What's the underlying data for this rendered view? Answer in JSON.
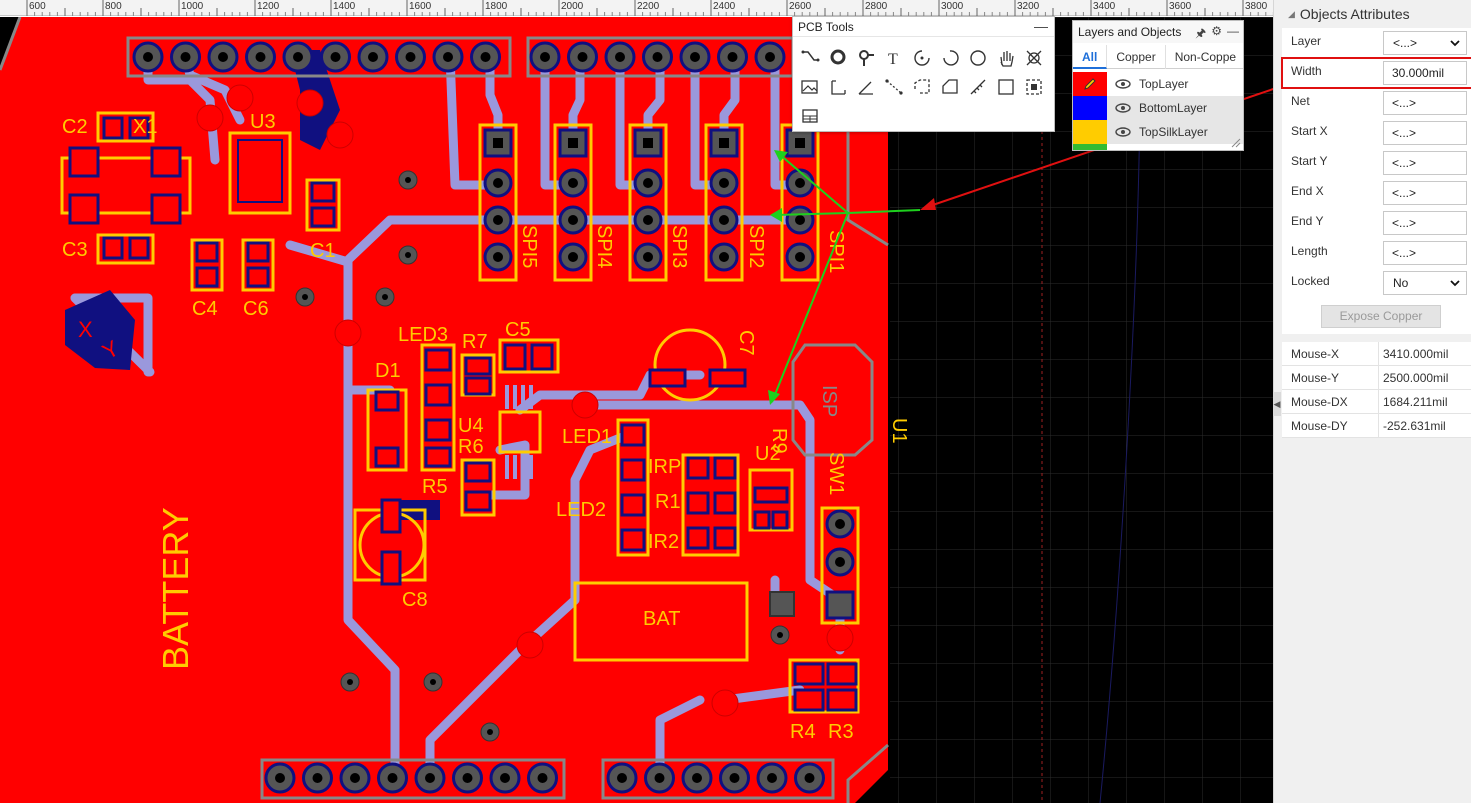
{
  "ruler": {
    "labels": [
      "600",
      "800",
      "1000",
      "1200",
      "1400",
      "1600",
      "1800",
      "2000",
      "2200",
      "2400",
      "2600",
      "2800",
      "3000",
      "3200",
      "3400",
      "3600",
      "3800"
    ]
  },
  "pcb": {
    "silk_labels": [
      "C2",
      "X1",
      "U3",
      "C3",
      "C1",
      "C4",
      "C6",
      "LED3",
      "R7",
      "C5",
      "D1",
      "U4",
      "R6",
      "R5",
      "LED1",
      "LED2",
      "IRP",
      "R1",
      "IR2",
      "U2",
      "SW1",
      "C7",
      "ISP",
      "R9",
      "U1",
      "C8",
      "BAT",
      "BATTERY",
      "R4",
      "R3",
      "SPI5",
      "SPI4",
      "SPI3",
      "SPI2",
      "SPI1",
      "X",
      "Y"
    ],
    "colors": {
      "top_copper": "#ff0000",
      "bottom": "#0000ff",
      "silk": "#ffcc00",
      "trace": "#9999dd",
      "board_edge": "#888888",
      "background": "#000000"
    }
  },
  "pcb_tools": {
    "title": "PCB Tools",
    "tools": [
      "track-icon",
      "pad-icon",
      "via-icon",
      "text-icon",
      "arc-icon",
      "circle-arc-icon",
      "circle-icon",
      "pan-hand-icon",
      "no-connect-icon",
      "image-icon",
      "dimension-icon",
      "angle-icon",
      "connection-icon",
      "solid-region-icon",
      "board-outline-icon",
      "measure-icon",
      "rectangle-icon",
      "group-icon",
      "table-icon"
    ]
  },
  "layers_panel": {
    "title": "Layers and Objects",
    "tabs": [
      "All",
      "Copper",
      "Non-Coppe"
    ],
    "layers": [
      {
        "name": "TopLayer",
        "color": "#ff0000"
      },
      {
        "name": "BottomLayer",
        "color": "#0000ff"
      },
      {
        "name": "TopSilkLayer",
        "color": "#ffcc00"
      }
    ]
  },
  "objects_attributes": {
    "title": "Objects Attributes",
    "fields": [
      {
        "label": "Layer",
        "value": "<...>",
        "type": "select"
      },
      {
        "label": "Width",
        "value": "30.000mil",
        "type": "input"
      },
      {
        "label": "Net",
        "value": "<...>",
        "type": "input"
      },
      {
        "label": "Start X",
        "value": "<...>",
        "type": "input"
      },
      {
        "label": "Start Y",
        "value": "<...>",
        "type": "input"
      },
      {
        "label": "End X",
        "value": "<...>",
        "type": "input"
      },
      {
        "label": "End Y",
        "value": "<...>",
        "type": "input"
      },
      {
        "label": "Length",
        "value": "<...>",
        "type": "input"
      },
      {
        "label": "Locked",
        "value": "No",
        "type": "select"
      }
    ],
    "expose_button": "Expose Copper"
  },
  "mouse_info": [
    {
      "label": "Mouse-X",
      "value": "3410.000mil"
    },
    {
      "label": "Mouse-Y",
      "value": "2500.000mil"
    },
    {
      "label": "Mouse-DX",
      "value": "1684.211mil"
    },
    {
      "label": "Mouse-DY",
      "value": "-252.631mil"
    }
  ]
}
